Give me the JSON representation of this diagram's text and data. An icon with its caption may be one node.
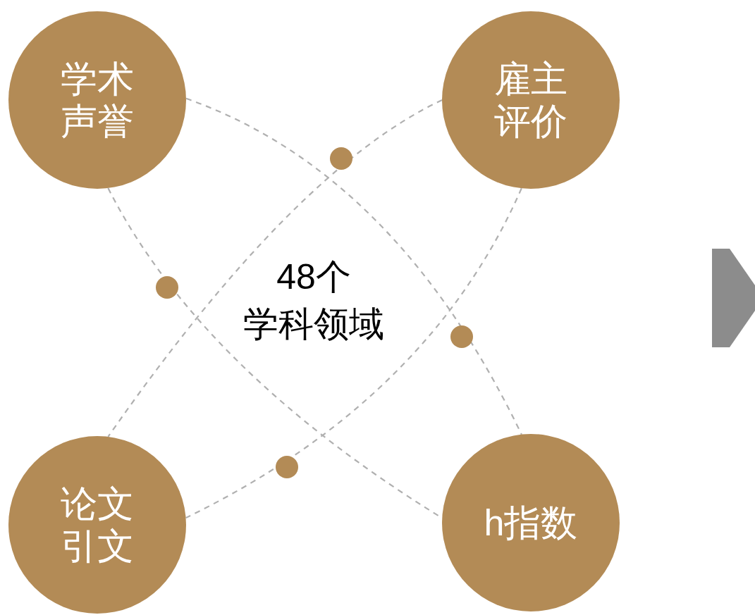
{
  "diagram": {
    "nodes": [
      {
        "text": [
          "学术声誉"
        ]
      },
      {
        "text": [
          "雇主评价"
        ]
      },
      {
        "text": [
          "论文引文"
        ]
      },
      {
        "text": [
          "h指数"
        ]
      },
      {
        "text": [],
        "shape": "chevron"
      }
    ],
    "edges": [
      {
        "from": 0,
        "to": 3,
        "arrow": "none"
      },
      {
        "from": 0,
        "to": 3,
        "arrow": "none"
      },
      {
        "from": 1,
        "to": 2,
        "arrow": "none"
      },
      {
        "from": 1,
        "to": 2,
        "arrow": "none"
      }
    ],
    "labels": [
      "48个",
      "学科领域"
    ]
  }
}
